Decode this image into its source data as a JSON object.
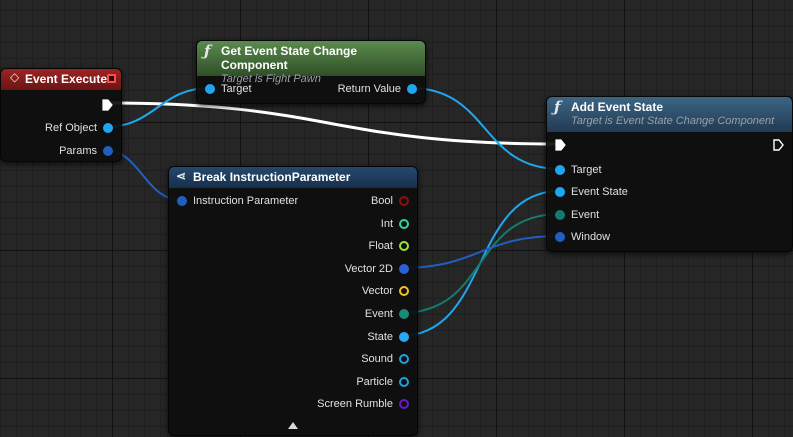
{
  "nodes": {
    "event_execute": {
      "title": "Event Execute",
      "pins": {
        "ref_object": "Ref Object",
        "params": "Params"
      }
    },
    "get_component": {
      "title": "Get Event State Change Component",
      "subtitle": "Target is Fight Pawn",
      "pins": {
        "target": "Target",
        "return_value": "Return Value"
      }
    },
    "add_event_state": {
      "title": "Add Event State",
      "subtitle": "Target is Event State Change Component",
      "pins": {
        "target": "Target",
        "event_state": "Event State",
        "event": "Event",
        "window": "Window"
      }
    },
    "break_param": {
      "title": "Break InstructionParameter",
      "input": "Instruction Parameter",
      "outputs": [
        {
          "label": "Bool",
          "color": "#8b1010",
          "style": "hollow"
        },
        {
          "label": "Int",
          "color": "#2ed69e",
          "style": "hollow"
        },
        {
          "label": "Float",
          "color": "#9ce33a",
          "style": "hollow"
        },
        {
          "label": "Vector 2D",
          "color": "#2a5fd6",
          "style": "filled"
        },
        {
          "label": "Vector",
          "color": "#f5c020",
          "style": "hollow"
        },
        {
          "label": "Event",
          "color": "#1a8a78",
          "style": "filled"
        },
        {
          "label": "State",
          "color": "#2aa7ee",
          "style": "filled"
        },
        {
          "label": "Sound",
          "color": "#1fa0e0",
          "style": "hollow"
        },
        {
          "label": "Particle",
          "color": "#1fa0e0",
          "style": "hollow"
        },
        {
          "label": "Screen Rumble",
          "color": "#6a18c8",
          "style": "hollow"
        }
      ]
    }
  },
  "colors": {
    "object_pin": "#1ea7f0",
    "struct_pin": "#1f5fc0",
    "event_pin": "#157a6e",
    "event_header": "#8c1a1a",
    "pure_header": "#3f6b36",
    "function_header": "#2a4d6a",
    "break_header": "#1e3a5a",
    "exec_wire": "#ffffff"
  }
}
